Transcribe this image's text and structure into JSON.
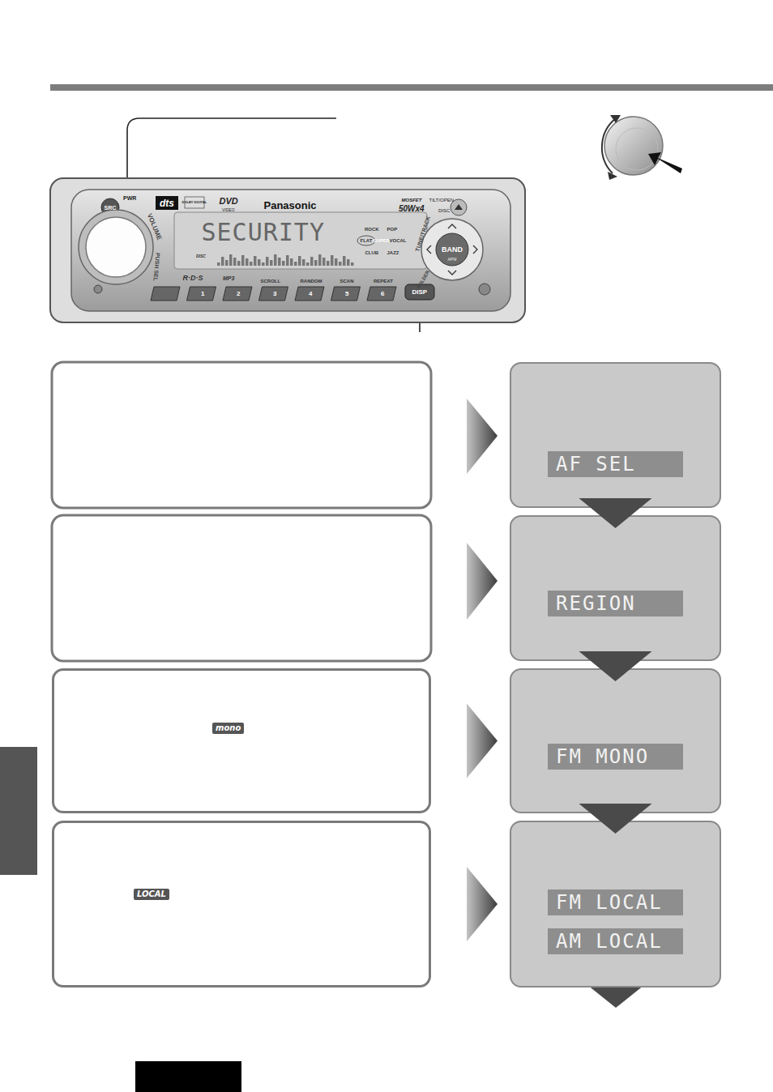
{
  "diagram": {
    "nodes": [
      {
        "text": [
          "AF SEL"
        ]
      },
      {
        "text": [
          "REGION"
        ]
      },
      {
        "text": [
          "mono"
        ]
      },
      {
        "text": [
          "FM MONO"
        ]
      },
      {
        "text": [
          "LOCAL"
        ]
      },
      {
        "text": [
          "FM LOCAL",
          "AM LOCAL"
        ]
      }
    ],
    "edges": [
      {
        "from": 0,
        "to": 1,
        "arrow": "to"
      },
      {
        "from": 1,
        "to": 3,
        "arrow": "to"
      },
      {
        "from": 2,
        "to": 3,
        "arrow": "to"
      },
      {
        "from": 3,
        "to": 5,
        "arrow": "to"
      },
      {
        "from": 4,
        "to": 5,
        "arrow": "to"
      }
    ],
    "labels": [
      "SRC",
      "PWR",
      "dts",
      "DOLBY DIGITAL",
      "DVD",
      "VIDEO",
      "Panasonic",
      "MOSFET",
      "50Wx4",
      "TILT/OPEN",
      "DISC",
      "VOLUME",
      "PUSH SEL",
      "SECURITY",
      "ROCK",
      "POP",
      "FLAT",
      "SUPER",
      "VOCAL",
      "CLUB",
      "JAZZ",
      "TUNE/TRACK",
      "BAND",
      "APM",
      "FOLDER",
      "DISC",
      "R·D·S",
      "MP3",
      "SCROLL",
      "RANDOM",
      "SCAN",
      "REPEAT",
      "1",
      "2",
      "3",
      "4",
      "5",
      "6",
      "DISP"
    ]
  }
}
